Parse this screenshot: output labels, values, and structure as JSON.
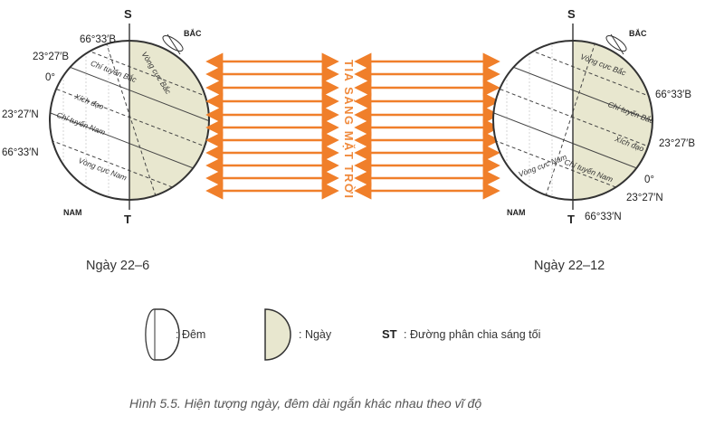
{
  "colors": {
    "day": "#e8e7cf",
    "night": "#ffffff",
    "arrow": "#f07f2a",
    "outline": "#333333"
  },
  "left_globe": {
    "pole_top": "S",
    "pole_bottom": "T",
    "dir_north": "BẮC",
    "dir_south": "NAM",
    "lat_labels": [
      "66°33′B",
      "23°27′B",
      "0°",
      "23°27′N",
      "66°33′N"
    ],
    "inner_labels": [
      "Chí tuyến Bắc",
      "Vòng cực Bắc",
      "Xích đạo",
      "Chí tuyến Nam",
      "Vòng cực Nam"
    ],
    "date": "Ngày 22–6"
  },
  "right_globe": {
    "pole_top": "S",
    "pole_bottom": "T",
    "dir_north": "BẮC",
    "dir_south": "NAM",
    "lat_labels": [
      "66°33′B",
      "23°27′B",
      "0°",
      "23°27′N",
      "66°33′N"
    ],
    "inner_labels": [
      "Vòng cực Bắc",
      "Chí tuyến Bắc",
      "Xích đạo",
      "Chí tuyến Nam",
      "Vòng cực Nam"
    ],
    "date": "Ngày 22–12"
  },
  "sun_rays_label": "TIA SÁNG MẶT TRỜI",
  "legend": {
    "night_label": ": Đêm",
    "day_label": ": Ngày",
    "st_symbol": "ST",
    "st_label": ": Đường phân chia sáng tối"
  },
  "caption": "Hình 5.5. Hiện tượng ngày, đêm dài ngắn khác nhau theo vĩ độ"
}
